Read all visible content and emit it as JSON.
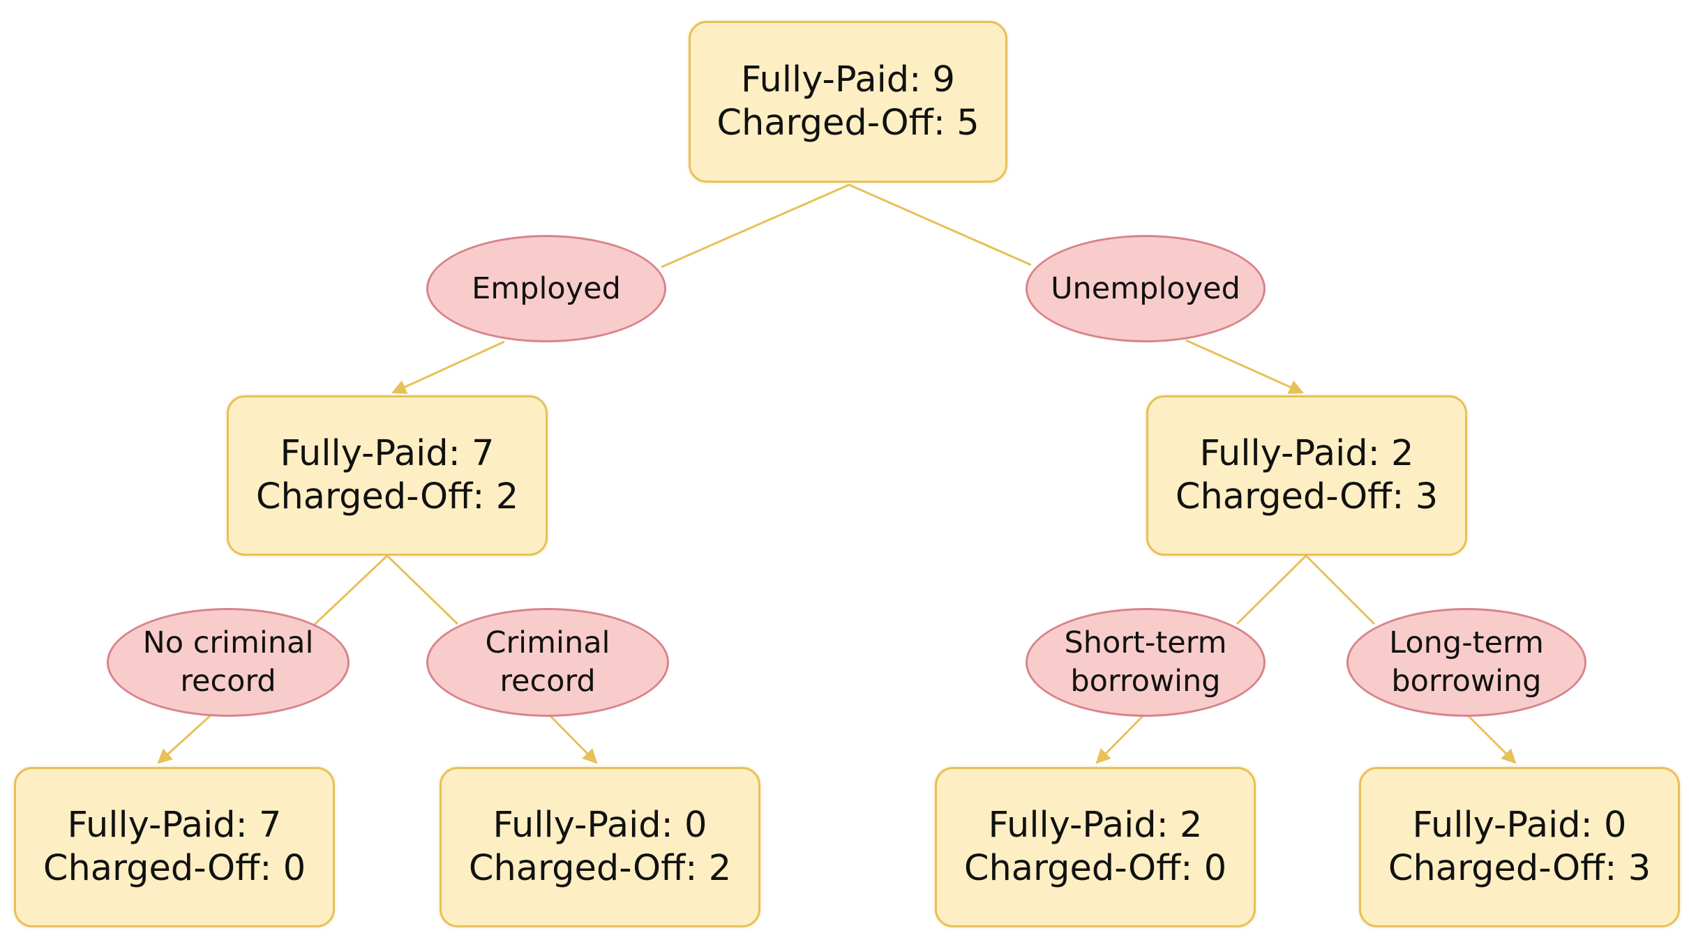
{
  "colors": {
    "node_fill": "#fdefc3",
    "node_border": "#e8c058",
    "condition_fill": "#f9cccc",
    "condition_border": "#d9838a",
    "edge": "#e8c058"
  },
  "nodes": {
    "root": {
      "line1": "Fully-Paid: 9",
      "line2": "Charged-Off: 5"
    },
    "left": {
      "line1": "Fully-Paid: 7",
      "line2": "Charged-Off: 2"
    },
    "right": {
      "line1": "Fully-Paid: 2",
      "line2": "Charged-Off: 3"
    },
    "leaf_ll": {
      "line1": "Fully-Paid: 7",
      "line2": "Charged-Off: 0"
    },
    "leaf_lr": {
      "line1": "Fully-Paid: 0",
      "line2": "Charged-Off: 2"
    },
    "leaf_rl": {
      "line1": "Fully-Paid: 2",
      "line2": "Charged-Off: 0"
    },
    "leaf_rr": {
      "line1": "Fully-Paid: 0",
      "line2": "Charged-Off: 3"
    }
  },
  "conditions": {
    "employed": {
      "line1": "Employed"
    },
    "unemployed": {
      "line1": "Unemployed"
    },
    "no_criminal": {
      "line1": "No criminal",
      "line2": "record"
    },
    "criminal": {
      "line1": "Criminal",
      "line2": "record"
    },
    "short_term": {
      "line1": "Short-term",
      "line2": "borrowing"
    },
    "long_term": {
      "line1": "Long-term",
      "line2": "borrowing"
    }
  }
}
